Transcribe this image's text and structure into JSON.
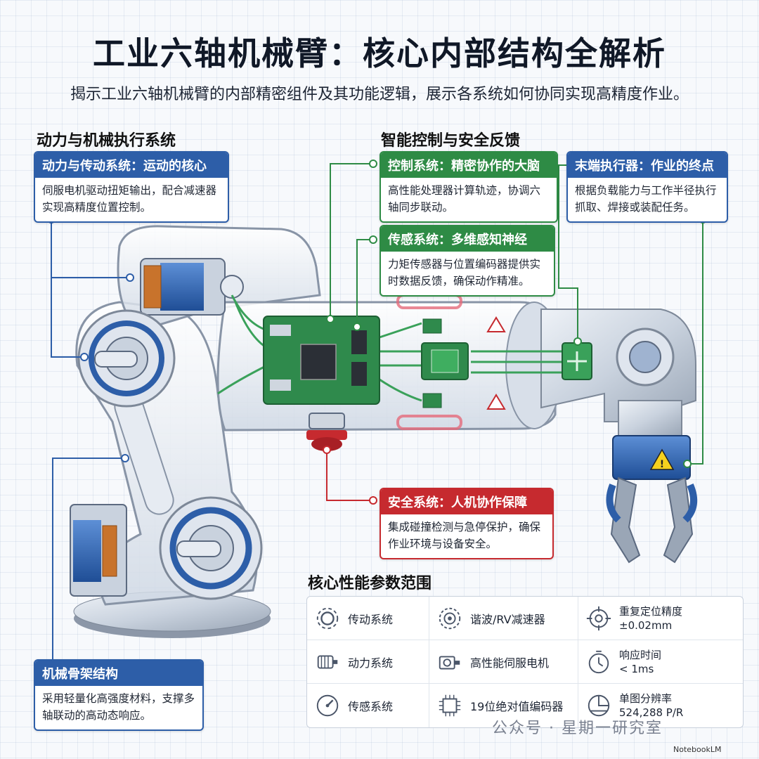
{
  "title": "工业六轴机械臂：核心内部结构全解析",
  "subtitle": "揭示工业六轴机械臂的内部精密组件及其功能逻辑，展示各系统如何协同实现高精度作业。",
  "sections": {
    "left": "动力与机械执行系统",
    "right": "智能控制与安全反馈",
    "params": "核心性能参数范围"
  },
  "cards": {
    "power": {
      "title": "动力与传动系统：运动的核心",
      "body": "伺服电机驱动扭矩输出，配合减速器实现高精度位置控制。"
    },
    "control": {
      "title": "控制系统：精密协作的大脑",
      "body": "高性能处理器计算轨迹，协调六轴同步联动。"
    },
    "end": {
      "title": "末端执行器：作业的终点",
      "body": "根据负载能力与工作半径执行抓取、焊接或装配任务。"
    },
    "sensor": {
      "title": "传感系统：多维感知神经",
      "body": "力矩传感器与位置编码器提供实时数据反馈，确保动作精准。"
    },
    "safety": {
      "title": "安全系统：人机协作保障",
      "body": "集成碰撞检测与急停保护，确保作业环境与设备安全。"
    },
    "frame": {
      "title": "机械骨架结构",
      "body": "采用轻量化高强度材料，支撑多轴联动的高动态响应。"
    }
  },
  "params": [
    [
      {
        "icon": "gear-icon",
        "label": "传动系统"
      },
      {
        "icon": "reducer-gear-icon",
        "label": "谐波/RV减速器"
      },
      {
        "icon": "target-icon",
        "label": "重复定位精度",
        "value": "±0.02mm"
      }
    ],
    [
      {
        "icon": "motor-icon",
        "label": "动力系统"
      },
      {
        "icon": "servo-motor-icon",
        "label": "高性能伺服电机"
      },
      {
        "icon": "stopwatch-icon",
        "label": "响应时间",
        "value": "< 1ms"
      }
    ],
    [
      {
        "icon": "gauge-icon",
        "label": "传感系统"
      },
      {
        "icon": "chip-icon",
        "label": "19位绝对值编码器"
      },
      {
        "icon": "encoder-disc-icon",
        "label": "单图分辨率",
        "value": "524,288 P/R"
      }
    ]
  ],
  "footer": {
    "watermark": "公众号 · 星期一研究室",
    "brand": "NotebookLM"
  },
  "colors": {
    "blue": "#2d5ea8",
    "green": "#2e8b45",
    "red": "#c62a2f"
  }
}
